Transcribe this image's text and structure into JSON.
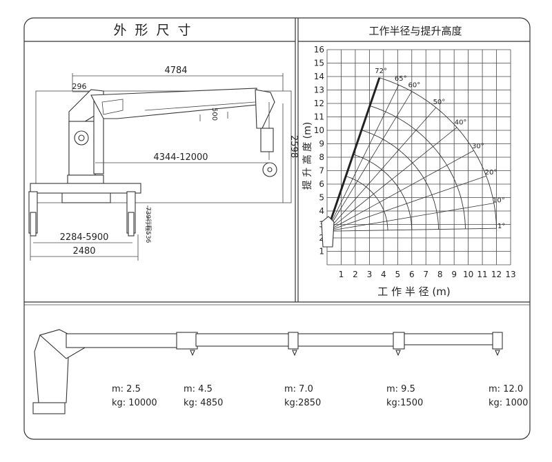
{
  "outline": {
    "title": "外 形 尺 寸",
    "dim_total_length": "4784",
    "dim_offset": "296",
    "dim_section": "500",
    "dim_height": "2598",
    "dim_reach": "4344-12000",
    "dim_outrigger_span": "2284-5900",
    "dim_base_width": "2480",
    "dim_leg_travel": "739行程536"
  },
  "chart_data": {
    "type": "diagram",
    "title": "工作半径与提升高度",
    "xlabel": "工 作 半 径 (m)",
    "ylabel": "提 升 高 度 (m)",
    "xlim": [
      0,
      13
    ],
    "ylim": [
      0,
      16
    ],
    "x_ticks": [
      "1",
      "2",
      "3",
      "4",
      "5",
      "6",
      "7",
      "8",
      "9",
      "10",
      "11",
      "12",
      "13"
    ],
    "y_ticks": [
      "1",
      "2",
      "3",
      "4",
      "5",
      "6",
      "7",
      "8",
      "9",
      "10",
      "11",
      "12",
      "13",
      "14",
      "15",
      "16"
    ],
    "boom_pivot": [
      0,
      2.5
    ],
    "boom_lengths": [
      4.3,
      6.0,
      7.9,
      9.8,
      12.0
    ],
    "angles": [
      {
        "label": "72°",
        "deg": 72
      },
      {
        "label": "65°",
        "deg": 65
      },
      {
        "label": "60°",
        "deg": 60
      },
      {
        "label": "50°",
        "deg": 50
      },
      {
        "label": "40°",
        "deg": 40
      },
      {
        "label": "30°",
        "deg": 30
      },
      {
        "label": "20°",
        "deg": 20
      },
      {
        "label": "10°",
        "deg": 10
      },
      {
        "label": "1°",
        "deg": 1
      }
    ]
  },
  "load_table": [
    {
      "m": "m: 2.5",
      "kg": "kg: 10000"
    },
    {
      "m": "m: 4.5",
      "kg": "kg: 4850"
    },
    {
      "m": "m: 7.0",
      "kg": "kg:2850"
    },
    {
      "m": "m: 9.5",
      "kg": "kg:1500"
    },
    {
      "m": "m: 12.0",
      "kg": "kg: 1000"
    }
  ]
}
